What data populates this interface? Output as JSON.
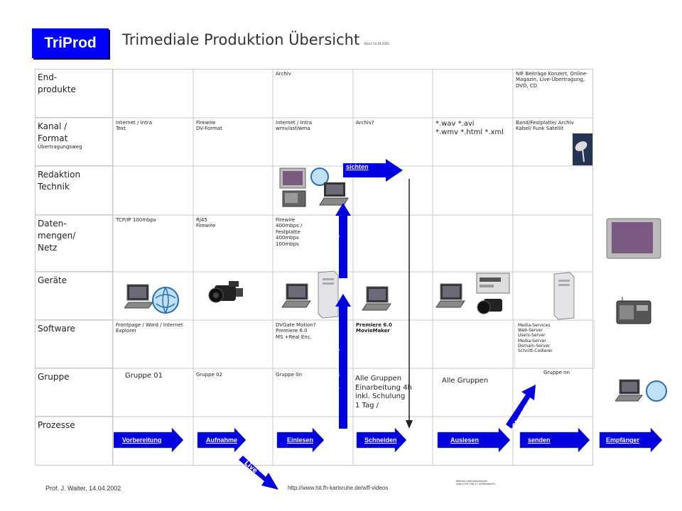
{
  "header": {
    "logo": "TriProd",
    "title": "Trimediale Produktion Übersicht",
    "subtitle": "Stand 14.04.2002"
  },
  "rows": [
    {
      "label": "End-\nprodukte",
      "sub": ""
    },
    {
      "label": "Kanal /\nFormat",
      "sub": "Übertragungsweg"
    },
    {
      "label": "Redaktion\nTechnik",
      "sub": ""
    },
    {
      "label": "Daten-\nmengen/\nNetz",
      "sub": ""
    },
    {
      "label": "Geräte",
      "sub": ""
    },
    {
      "label": "Software",
      "sub": ""
    },
    {
      "label": "Gruppe",
      "sub": ""
    },
    {
      "label": "Prozesse",
      "sub": ""
    }
  ],
  "cells": {
    "endprodukte_col4": "Archiv",
    "endprodukte_col7": "NIF Beiträge Konzert, Online-Magazin, Live-Übertragung, DVD, CD",
    "kanal_col1": "Internet / Intra\nText",
    "kanal_col2": "Firewire\nDV-Format",
    "kanal_col3": "Internet / Intra\nwmv/asf/wma",
    "kanal_col4": "Archiv?",
    "kanal_col5": "*.wav *.avi\n*.wmv *.html *.xml",
    "kanal_col6": "Band/Festplatte/ Archiv\nKabel/ Funk Satellit",
    "daten_col1": "TCP/IP 100mbps",
    "daten_col2": "RJ45\nFirewire",
    "daten_col3": "Firewire\n400mbps /\nFestplatte\n400mbps\n100mbps",
    "software_col1": "Frontpage / Word / Internet Explorer",
    "software_col3": "DVGate Motion?\nPremiere 6.0\nMS +Real Enc.",
    "software_col4": "Premiere 6.0\nMovieMaker",
    "software_col6": "Media-Services\nWeb-Server\nUsers-Server\nMedia-Server\nDomain-Server\nSchnitt-Codierer",
    "gruppe_col1": "Gruppe 01",
    "gruppe_col2": "Gruppe 02",
    "gruppe_col3": "Gruppe 0n",
    "gruppe_col4": "Alle Gruppen\nEinarbeitung 4h\ninkl. Schulung\n1 Tag /",
    "gruppe_col5": "Alle Gruppen",
    "gruppe_col6": "Gruppe nn"
  },
  "process_arrows": [
    "Vorbereitung",
    "Aufnahme",
    "Einlesen",
    "Schneiden",
    "Auslesen",
    "senden",
    "Empfänger"
  ],
  "other_arrows": {
    "sichten": "sichten",
    "stream_up": "Stream",
    "stream_senden": "Stream/Senden",
    "stream_diag": "Stream",
    "live": "Live"
  },
  "footer": {
    "author": "Prof. J. Walter, 14.04.2002",
    "url": "http://www.hit.fh-karlsruhe.de/wff-videos",
    "tiny": "Weitere Internetadressen\nhttp://193.196.17.20/Medien03"
  },
  "colors": {
    "logo": "#0000ff",
    "arrow": "#0000e0"
  }
}
